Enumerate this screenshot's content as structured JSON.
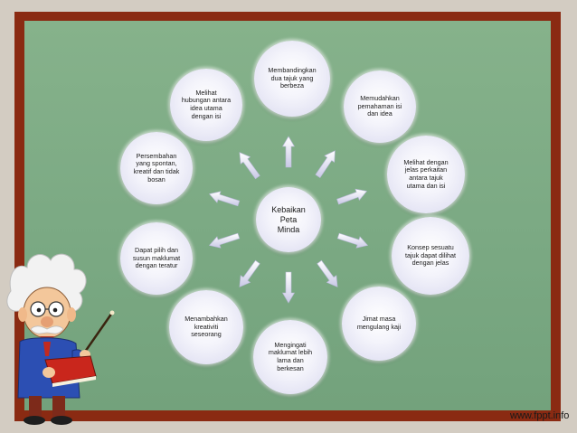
{
  "center": {
    "label": "Kebaikan\nPeta\nMinda"
  },
  "nodes": [
    {
      "id": "n1",
      "label": "Membandingkan\ndua tajuk yang\nberbeza"
    },
    {
      "id": "n2",
      "label": "Memudahkan\npemahaman isi\ndan idea"
    },
    {
      "id": "n3",
      "label": "Melihat dengan\njelas perkaitan\nantara  tajuk\nutama dan isi"
    },
    {
      "id": "n4",
      "label": "Konsep sesuatu\ntajuk dapat dilihat\ndengan jelas"
    },
    {
      "id": "n5",
      "label": "Jimat masa\nmengulang kaji"
    },
    {
      "id": "n6",
      "label": "Mengingati\nmaklumat lebih\nlama dan\nberkesan"
    },
    {
      "id": "n7",
      "label": "Menambahkan\nkreativiti\nseseorang"
    },
    {
      "id": "n8",
      "label": "Dapat pilih dan\nsusun maklumat\ndengan teratur"
    },
    {
      "id": "n9",
      "label": "Persembahan\nyang spontan,\nkreatif dan tidak\nbosan"
    },
    {
      "id": "n10",
      "label": "Melihat\nhubungan antara\nidea utama\ndengan isi"
    }
  ],
  "watermark": "www.fppt.info",
  "colors": {
    "board": "#7caa84",
    "frame": "#8a2a12",
    "bubble": "#ffffff",
    "arrow": "#e8e8f6"
  }
}
